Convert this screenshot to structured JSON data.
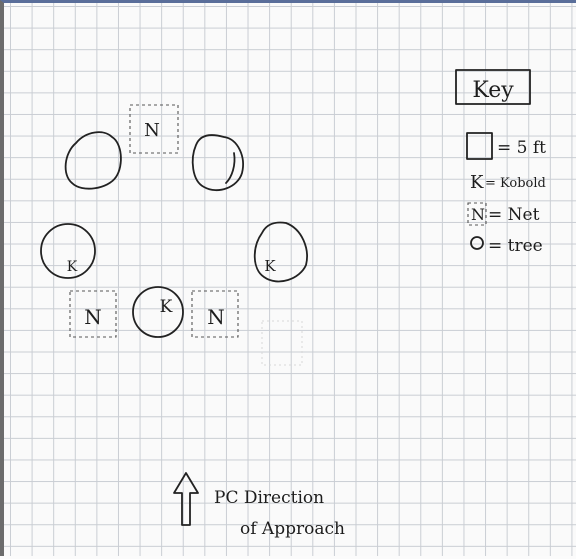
{
  "map": {
    "net_letter": "N",
    "kobold_letter": "K"
  },
  "key": {
    "title": "Key",
    "square_eq": "= 5 ft",
    "kobold_letter": "K",
    "kobold_eq": "= Kobold",
    "net_letter": "N",
    "net_eq": "= Net",
    "tree_eq": "= tree"
  },
  "caption": {
    "line1": "PC Direction",
    "line2": "of Approach"
  }
}
